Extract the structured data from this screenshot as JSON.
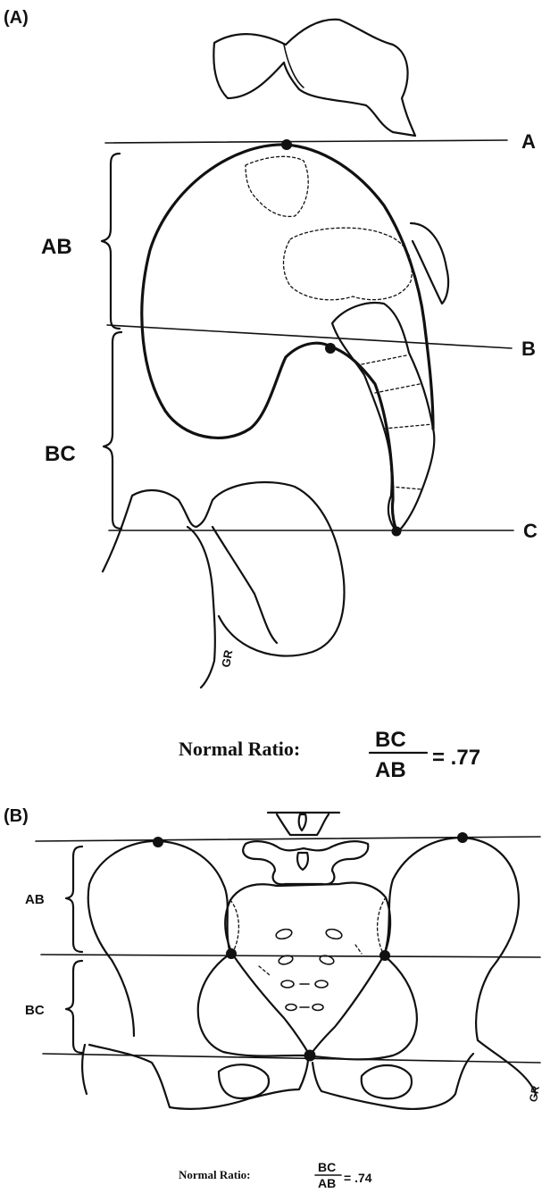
{
  "panel_a": {
    "panel_label": "(A)",
    "line_labels": [
      "A",
      "B",
      "C"
    ],
    "segment_labels": [
      "AB",
      "BC"
    ],
    "gr_label": "GR",
    "ratio": {
      "caption": "Normal Ratio:",
      "numerator": "BC",
      "denominator": "AB",
      "value": "= .77"
    }
  },
  "panel_b": {
    "panel_label": "(B)",
    "segment_labels": [
      "AB",
      "BC"
    ],
    "gr_label": "GR",
    "ratio": {
      "caption": "Normal Ratio:",
      "numerator": "BC",
      "denominator": "AB",
      "value": "= .74"
    }
  }
}
